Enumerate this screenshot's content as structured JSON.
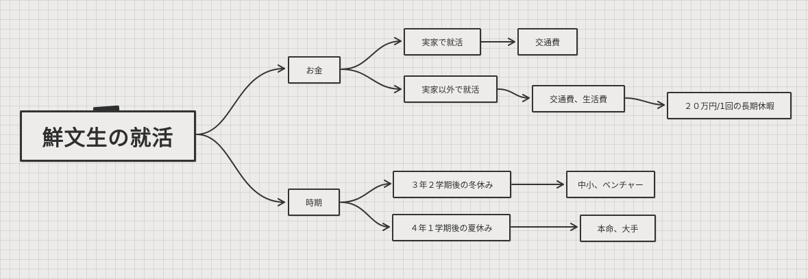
{
  "root": {
    "label": "鮮文生の就活"
  },
  "money": {
    "label": "お金",
    "home": {
      "label": "実家で就活",
      "cost": "交通費"
    },
    "away": {
      "label": "実家以外で就活",
      "cost": "交通費、生活費",
      "amount": "２０万円/1回の長期休暇"
    }
  },
  "period": {
    "label": "時期",
    "winter": {
      "label": "３年２学期後の冬休み",
      "target": "中小、ベンチャー"
    },
    "summer": {
      "label": "４年１学期後の夏休み",
      "target": "本命、大手"
    }
  }
}
